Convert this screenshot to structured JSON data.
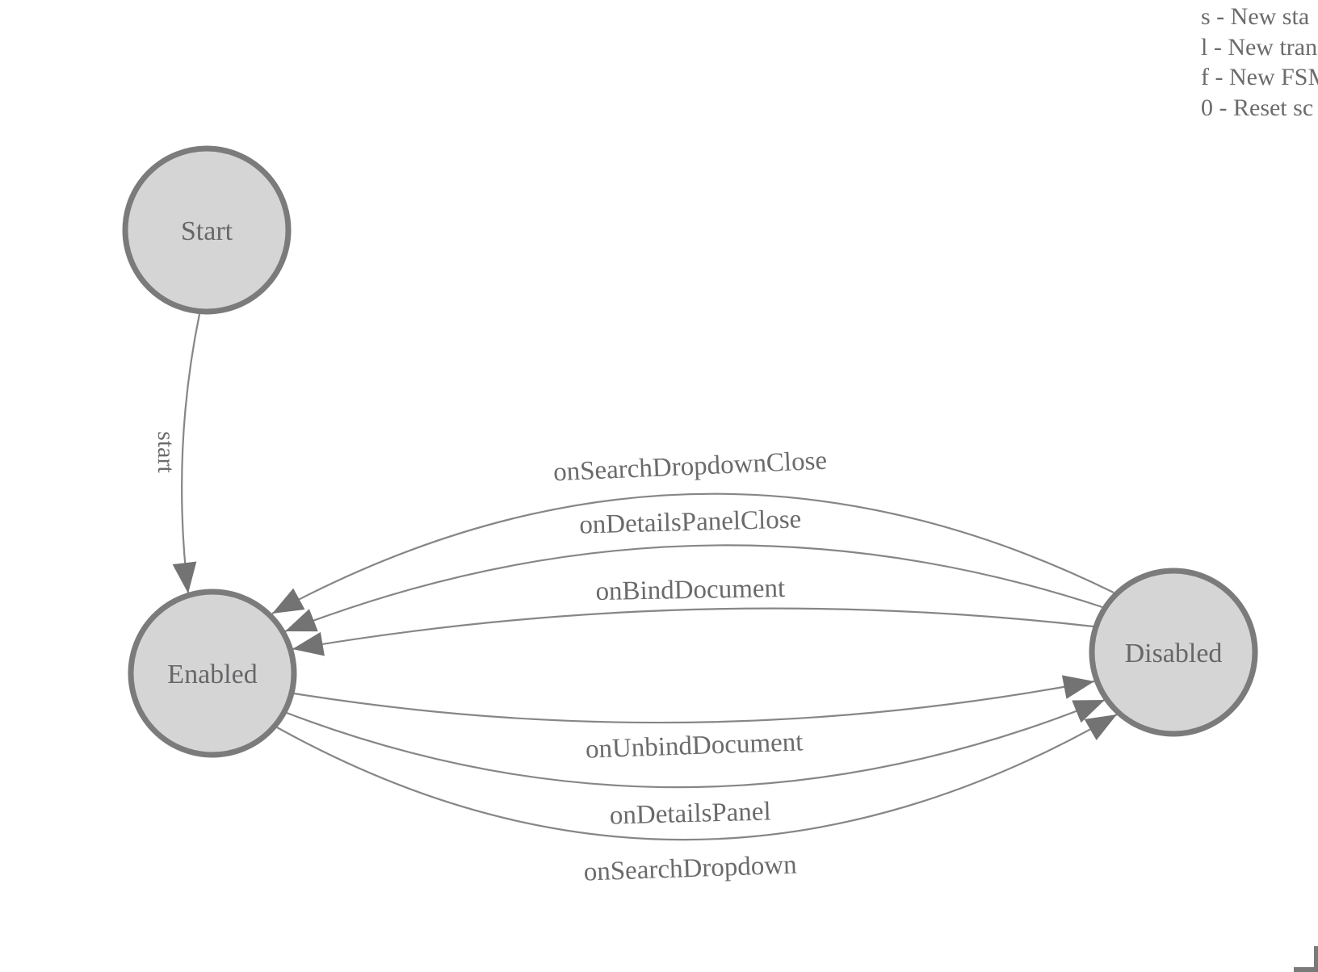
{
  "legend": {
    "lines": [
      "s - New sta",
      "l - New tran",
      "f - New FSM",
      "0 - Reset sc"
    ]
  },
  "states": [
    {
      "label": "Start"
    },
    {
      "label": "Enabled"
    },
    {
      "label": "Disabled"
    }
  ],
  "transitions": [
    {
      "label": "start",
      "from": "Start",
      "to": "Enabled"
    },
    {
      "label": "onSearchDropdownClose",
      "from": "Disabled",
      "to": "Enabled"
    },
    {
      "label": "onDetailsPanelClose",
      "from": "Disabled",
      "to": "Enabled"
    },
    {
      "label": "onBindDocument",
      "from": "Disabled",
      "to": "Enabled"
    },
    {
      "label": "onUnbindDocument",
      "from": "Enabled",
      "to": "Disabled"
    },
    {
      "label": "onDetailsPanel",
      "from": "Enabled",
      "to": "Disabled"
    },
    {
      "label": "onSearchDropdown",
      "from": "Enabled",
      "to": "Disabled"
    }
  ],
  "colors": {
    "background": "#ffffff",
    "node_fill": "#d5d5d5",
    "node_stroke": "#7b7b7b",
    "node_label_text": "#67676a",
    "edge_line": "#868686",
    "arrowhead": "#737373",
    "edge_label_text": "#6b6b6b",
    "legend_text": "#6b6b6b",
    "corner_mark": "#7a7a7a"
  }
}
